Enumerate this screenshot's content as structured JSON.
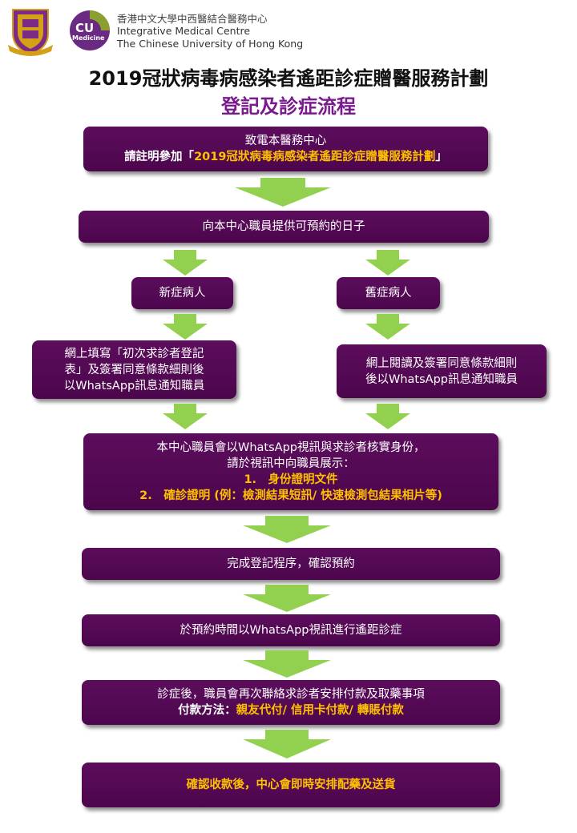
{
  "header": {
    "org_zh": "香港中文大學中西醫結合醫務中心",
    "org_en_1": "Integrative Medical Centre",
    "org_en_2": "The Chinese University of Hong Kong",
    "logo_text_cu": "CU",
    "logo_text_med": "Medicine",
    "title": "2019冠狀病毒病感染者遙距診症贈醫服務計劃",
    "subtitle": "登記及診症流程"
  },
  "colors": {
    "box": "#560a56",
    "arrow": "#92d050",
    "highlight": "#ffc000",
    "subtitle": "#7a1a8c"
  },
  "steps": {
    "s1_line1": "致電本醫務中心",
    "s1_line2_prefix": "請註明參加「",
    "s1_line2_highlight": "2019冠狀病毒病感染者遙距診症贈醫服務計劃",
    "s1_line2_suffix": "」",
    "s2": "向本中心職員提供可預約的日子",
    "new_patient": "新症病人",
    "old_patient": "舊症病人",
    "new_action_1": "網上填寫「初次求診者登記",
    "new_action_2": "表」及簽署同意條款細則後",
    "new_action_3": "以WhatsApp訊息通知職員",
    "old_action_1": "網上閱讀及簽署同意條款細則",
    "old_action_2": "後以WhatsApp訊息通知職員",
    "s4_line1": "本中心職員會以WhatsApp視訊與求診者核實身份，",
    "s4_line2": "請於視訊中向職員展示：",
    "s4_item1": "1.　身份證明文件",
    "s4_item2": "2.　確診證明 (例：檢測結果短訊/ 快速檢測包結果相片等)",
    "s5": "完成登記程序，確認預約",
    "s6": "於預約時間以WhatsApp視訊進行遙距診症",
    "s7_line1": "診症後，職員會再次聯絡求診者安排付款及取藥事項",
    "s7_line2_prefix": "付款方法：",
    "s7_line2_highlight": "親友代付/ 信用卡付款/ 轉賬付款",
    "s8": "確認收款後，中心會即時安排配藥及送貨"
  }
}
